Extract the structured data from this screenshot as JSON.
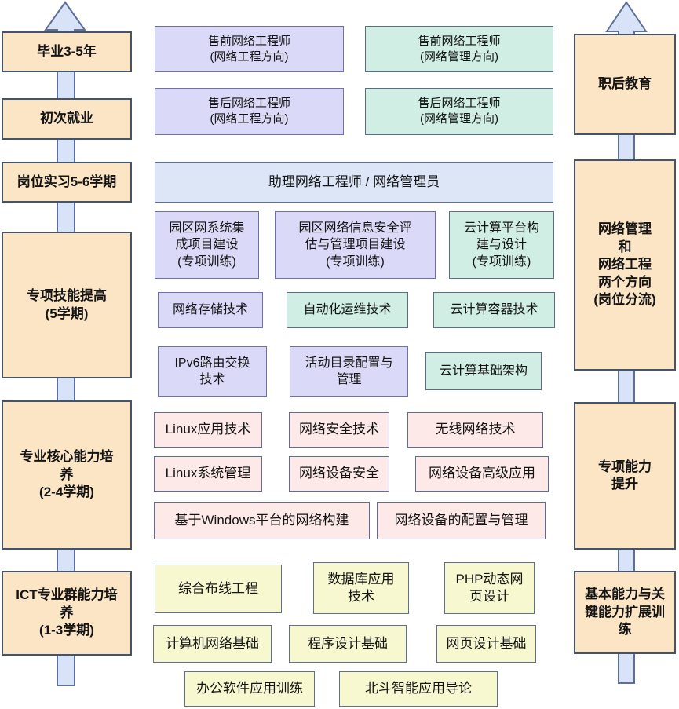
{
  "left_stages": [
    "毕业3-5年",
    "初次就业",
    "岗位实习5-6学期",
    "专项技能提高\n(5学期)",
    "专业核心能力培\n养\n(2-4学期)",
    "ICT专业群能力培\n养\n(1-3学期)"
  ],
  "right_stages": [
    "职后教育",
    "网络管理\n和\n网络工程\n两个方向\n(岗位分流)",
    "专项能力\n提升",
    "基本能力与关\n键能力扩展训\n练"
  ],
  "jobs": {
    "presales_engineering": "售前网络工程师\n(网络工程方向)",
    "presales_management": "售前网络工程师\n(网络管理方向)",
    "aftersales_engineering": "售后网络工程师\n(网络工程方向)",
    "aftersales_management": "售后网络工程师\n(网络管理方向)",
    "assistant": "助理网络工程师 / 网络管理员"
  },
  "advanced_courses": {
    "campus_network_integration": "园区网系统集\n成项目建设\n(专项训练)",
    "campus_security_evaluation": "园区网络信息安全评\n估与管理项目建设\n(专项训练)",
    "cloud_platform_design": "云计算平台构\n建与设计\n(专项训练)",
    "network_storage": "网络存储技术",
    "automation_ops": "自动化运维技术",
    "cloud_container": "云计算容器技术",
    "ipv6_routing": "IPv6路由交换\n技术",
    "active_directory": "活动目录配置与\n管理",
    "cloud_infrastructure": "云计算基础架构"
  },
  "core_courses": {
    "linux_app": "Linux应用技术",
    "network_security": "网络安全技术",
    "wireless": "无线网络技术",
    "linux_sys": "Linux系统管理",
    "device_security": "网络设备安全",
    "device_advanced": "网络设备高级应用",
    "windows_network": "基于Windows平台的网络构建",
    "device_config": "网络设备的配置与管理"
  },
  "foundation_courses": {
    "cabling": "综合布线工程",
    "database": "数据库应用\n技术",
    "php_web": "PHP动态网\n页设计",
    "computer_network": "计算机网络基础",
    "programming": "程序设计基础",
    "web_design": "网页设计基础",
    "office_software": "办公软件应用训练",
    "beidou": "北斗智能应用导论"
  },
  "colors": {
    "stage_fill": "#FBE5C5",
    "purple_fill": "#DADAF8",
    "green_fill": "#D0EEE4",
    "blue_fill": "#DCE6F7",
    "pink_fill": "#FCE9E8",
    "yellow_fill": "#F7F8D0",
    "arrow_fill": "#D8E3F7",
    "border_dark": "#44546A"
  }
}
